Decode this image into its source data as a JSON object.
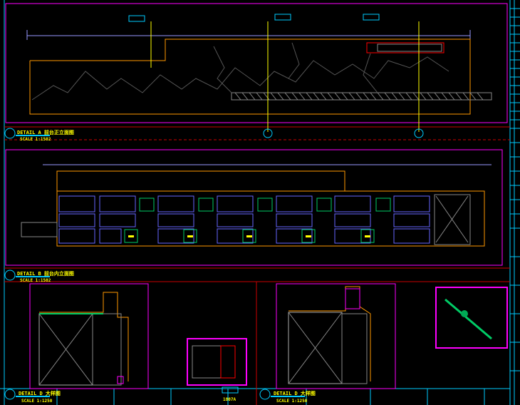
{
  "views": [
    {
      "title": "DETAIL A 前台正立面图",
      "scale": "SCALE 1:1502",
      "marker": "A"
    },
    {
      "title": "DETAIL B 前台内立面图",
      "scale": "SCALE 1:1502",
      "marker": "B"
    },
    {
      "title": "DETAIL D 大样图",
      "scale": "SCALE 1:1250",
      "marker": "D"
    },
    {
      "title": "DETAIL D 大样图",
      "scale": "SCALE 1:1250",
      "marker": "D"
    }
  ],
  "detail_tag": "1807A",
  "colors": {
    "bg": "#000000",
    "frame": "#ff00ff",
    "outline": "#ff9900",
    "text": "#ffff00",
    "red": "#ff0000",
    "cyan": "#00ccff",
    "dim": "#9999ff"
  }
}
